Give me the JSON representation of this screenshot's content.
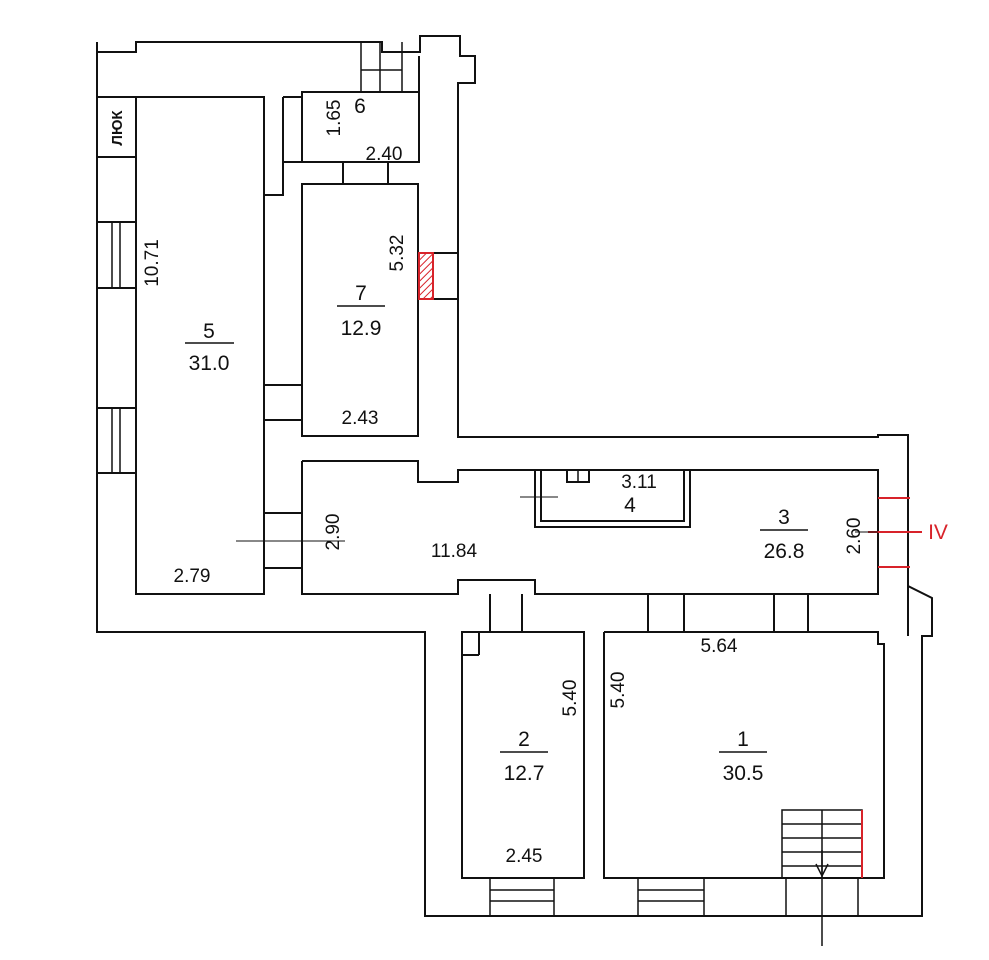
{
  "colors": {
    "wall": "#111111",
    "accent": "#d8232a",
    "background": "#ffffff"
  },
  "labels": {
    "hatch": "ЛЮК",
    "section": "IV"
  },
  "rooms": {
    "r1": {
      "number": "1",
      "area": "30.5",
      "dim_a": "5.64",
      "dim_b": "5.40"
    },
    "r2": {
      "number": "2",
      "area": "12.7",
      "dim_a": "2.45",
      "dim_b": "5.40"
    },
    "r3": {
      "number": "3",
      "area": "26.8",
      "dim_a": "11.84",
      "dim_b": "2.60",
      "dim_c": "2.90"
    },
    "r4": {
      "number": "4",
      "dim_a": "3.11"
    },
    "r5": {
      "number": "5",
      "area": "31.0",
      "dim_a": "10.71",
      "dim_b": "2.79"
    },
    "r6": {
      "number": "6",
      "dim_a": "1.65",
      "dim_b": "2.40"
    },
    "r7": {
      "number": "7",
      "area": "12.9",
      "dim_a": "5.32",
      "dim_b": "2.43"
    }
  }
}
